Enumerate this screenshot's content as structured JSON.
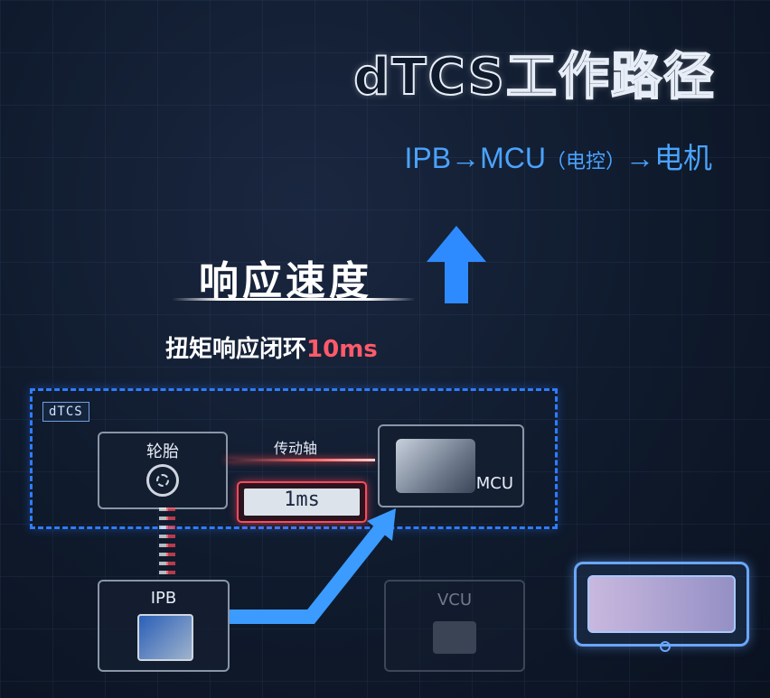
{
  "header": {
    "title": "dTCS工作路径",
    "path_main_1": "IPB→MCU",
    "path_sub": "（电控）",
    "path_main_2": "→电机"
  },
  "speed": {
    "label": "响应速度",
    "loop_label": "扭矩响应闭环",
    "loop_value": "10ms"
  },
  "diagram": {
    "dtcs_tag": "dTCS",
    "wheel_label": "轮胎",
    "shaft_label": "传动轴",
    "shaft_time": "1ms",
    "mcu_label": "MCU",
    "ipb_label": "IPB",
    "vcu_label": "VCU"
  },
  "colors": {
    "accent_blue": "#4aa3ff",
    "dash_blue": "#2f7cff",
    "highlight_red": "#ff5a6a"
  }
}
